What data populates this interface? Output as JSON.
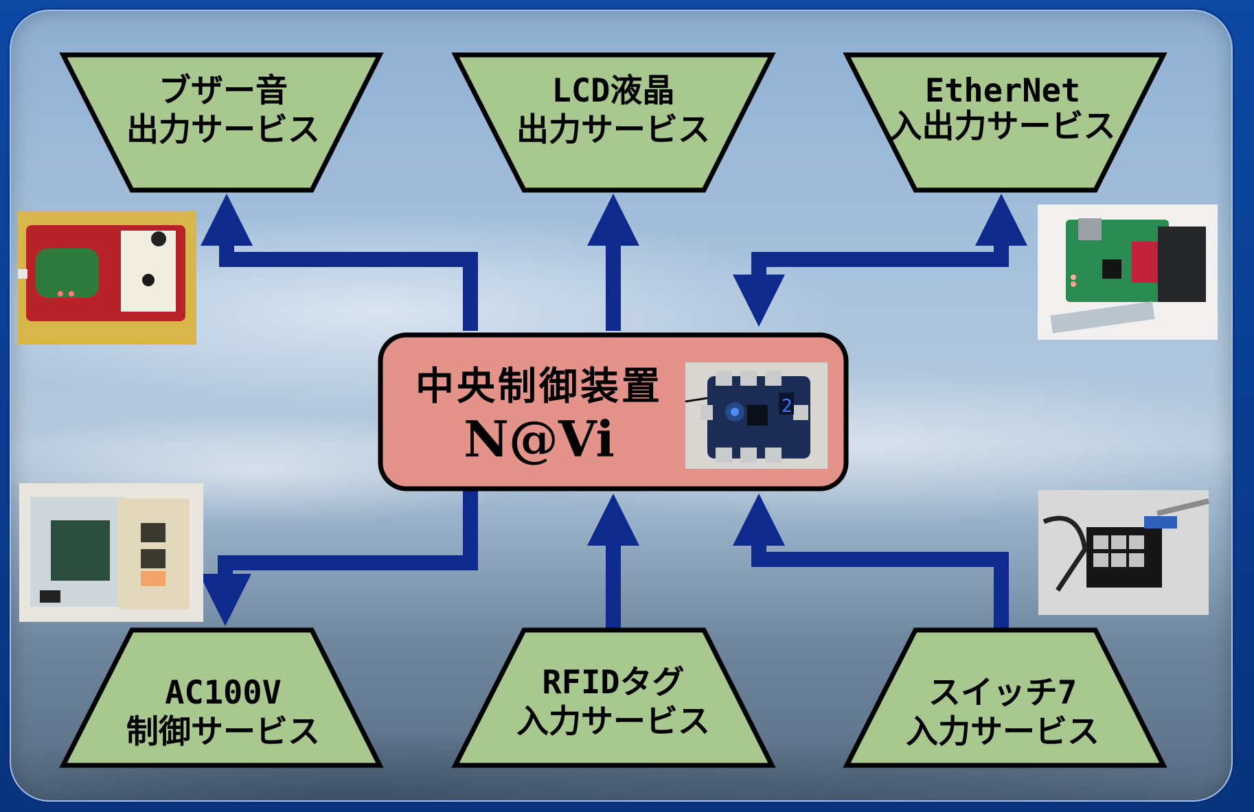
{
  "central": {
    "title": "中央制御装置",
    "subtitle": "N@Vi"
  },
  "services": {
    "buzzer": [
      "ブザー音",
      "出力サービス"
    ],
    "lcd": [
      "LCD液晶",
      "出力サービス"
    ],
    "ethernet": [
      "EtherNet",
      "入出力サービス"
    ],
    "ac100v": [
      "AC100V",
      "制御サービス"
    ],
    "rfid": [
      "RFIDタグ",
      "入力サービス"
    ],
    "switch7": [
      "スイッチ7",
      "入力サービス"
    ]
  },
  "colors": {
    "box_fill": "#a8c890",
    "central_fill": "#e4938a",
    "arrow": "#0d2a8c",
    "outline": "#000000"
  }
}
